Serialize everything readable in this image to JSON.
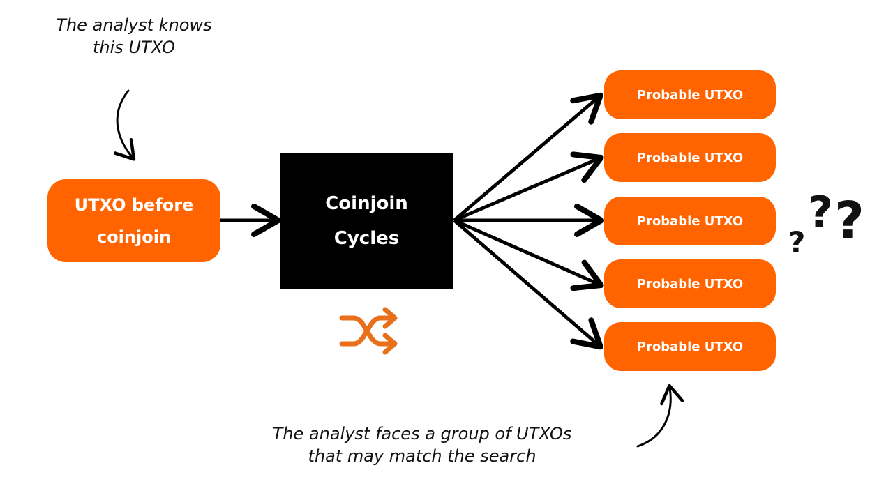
{
  "notes": {
    "top_line1": "The analyst knows",
    "top_line2": "this UTXO",
    "bottom_line1": "The analyst faces a group of UTXOs",
    "bottom_line2": "that may match the search"
  },
  "nodes": {
    "source_line1": "UTXO before",
    "source_line2": "coinjoin",
    "process_line1": "Coinjoin",
    "process_line2": "Cycles",
    "outputs": [
      "Probable UTXO",
      "Probable UTXO",
      "Probable UTXO",
      "Probable UTXO",
      "Probable UTXO"
    ]
  },
  "icons": {
    "shuffle": "shuffle-icon",
    "question_marks": "question-marks-icon"
  },
  "colors": {
    "accent": "#ff6400",
    "process_box": "#000000",
    "text_dark": "#111111"
  }
}
